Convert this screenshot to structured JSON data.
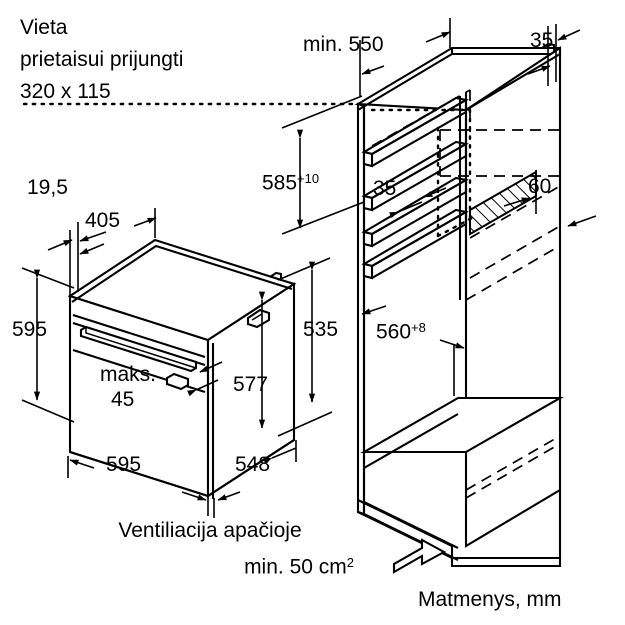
{
  "drawing": {
    "units_caption": "Matmenys, mm",
    "connection_note": {
      "line1": "Vieta",
      "line2": "prietaisui prijungti",
      "line3": "320 x 115"
    },
    "ventilation_note": {
      "line1": "Ventiliacija apačioje",
      "line2_prefix": "min. 50 cm",
      "line2_sup": "2"
    },
    "appliance_dimensions": [
      {
        "name": "depth-offset",
        "label": "19,5"
      },
      {
        "name": "top-depth",
        "label": "405"
      },
      {
        "name": "overall-height",
        "label": "595"
      },
      {
        "name": "door-gap-max",
        "label": "maks."
      },
      {
        "name": "door-gap-max-value",
        "label": "45"
      },
      {
        "name": "body-height",
        "label": "577"
      },
      {
        "name": "body-depth-side",
        "label": "535"
      },
      {
        "name": "overall-width",
        "label": "595"
      },
      {
        "name": "overall-depth",
        "label": "548"
      }
    ],
    "cabinet_dimensions": [
      {
        "name": "min-cabinet-depth",
        "label": "min. 550"
      },
      {
        "name": "panel-thickness-top",
        "label": "35"
      },
      {
        "name": "niche-height",
        "base": "585",
        "sup": "+10"
      },
      {
        "name": "shelf-thickness",
        "label": "35"
      },
      {
        "name": "socket-zone-depth",
        "label": "60"
      },
      {
        "name": "niche-width",
        "base": "560",
        "sup": "+8"
      }
    ]
  }
}
